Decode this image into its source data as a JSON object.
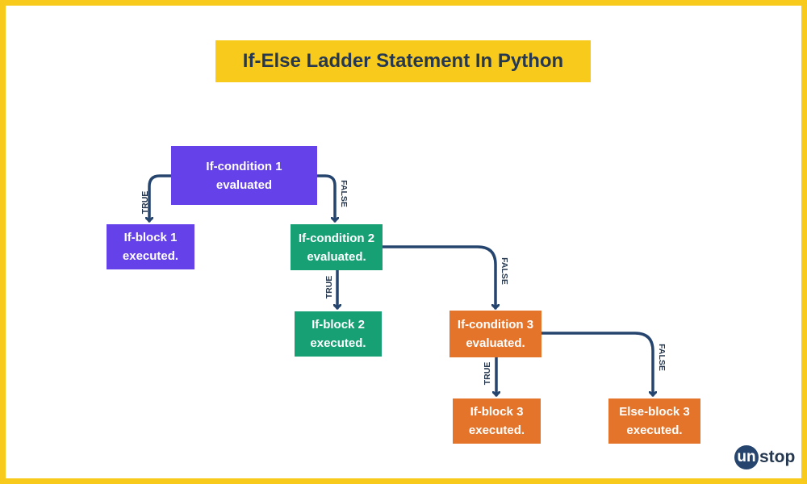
{
  "title": "If-Else Ladder Statement In Python",
  "colors": {
    "frame": "#f8ca1c",
    "title_bg": "#f8ca1c",
    "text_dark": "#26384f",
    "purple": "#6441e8",
    "green": "#18a075",
    "orange": "#e4742a",
    "arrow": "#26456e"
  },
  "nodes": {
    "cond1": "If-condition 1\nevaluated",
    "block1": "If-block 1\nexecuted.",
    "cond2": "If-condition 2\nevaluated.",
    "block2": "If-block 2\nexecuted.",
    "cond3": "If-condition 3\nevaluated.",
    "block3": "If-block 3\nexecuted.",
    "else3": "Else-block 3\nexecuted."
  },
  "edges": {
    "e1_true": "TRUE",
    "e1_false": "FALSE",
    "e2_true": "TRUE",
    "e2_false": "FALSE",
    "e3_true": "TRUE",
    "e3_false": "FALSE"
  },
  "logo": {
    "circle_text": "un",
    "rest_text": "stop"
  }
}
